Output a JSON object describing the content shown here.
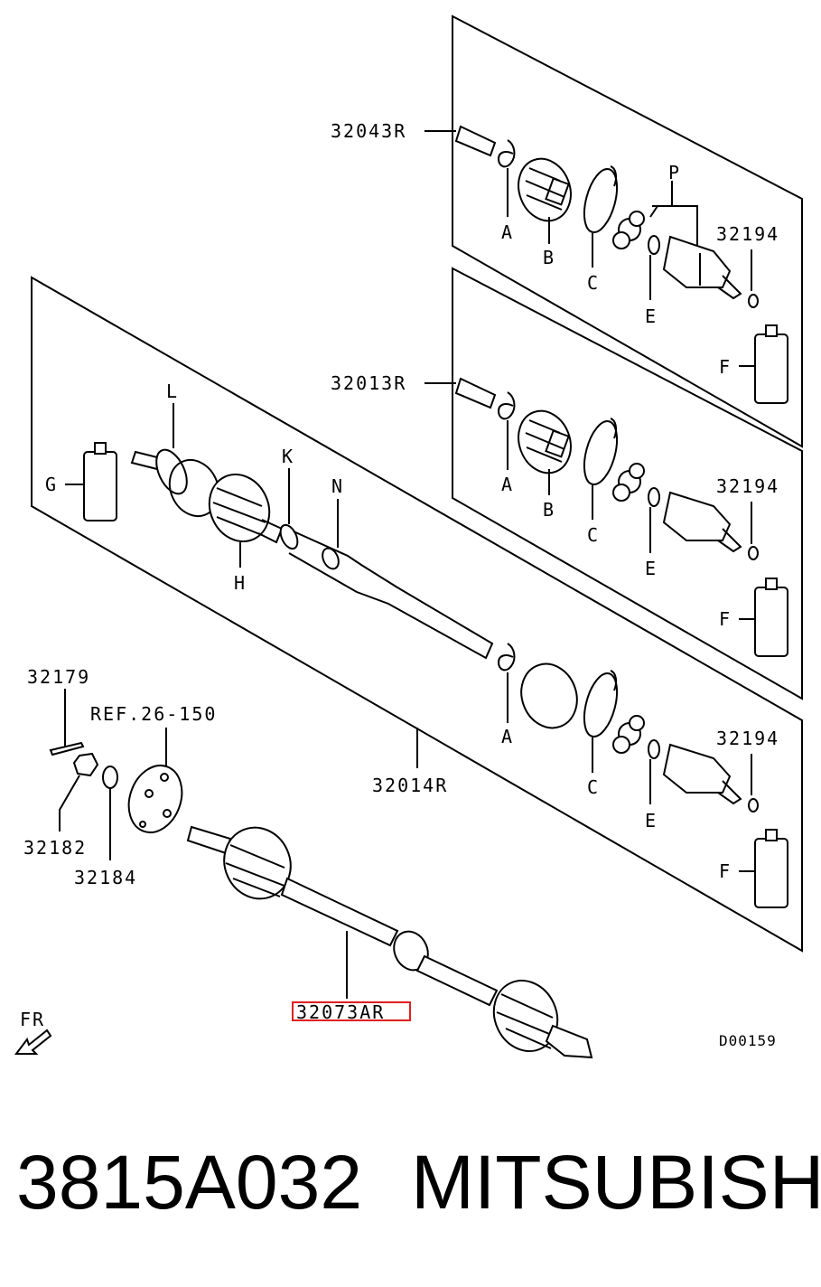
{
  "diagram": {
    "labels": {
      "p32043r": "32043R",
      "p32013r": "32013R",
      "p32014r": "32014R",
      "p32073ar": "32073AR",
      "p32179": "32179",
      "p32182": "32182",
      "p32184": "32184",
      "ref": "REF.26-150",
      "p32194": "32194",
      "fr": "FR",
      "code": "D00159",
      "a": "A",
      "b": "B",
      "c": "C",
      "e": "E",
      "f": "F",
      "g": "G",
      "h": "H",
      "k": "K",
      "l": "L",
      "n": "N",
      "p": "P"
    },
    "highlight_color": "#e02020"
  },
  "caption": {
    "part_number": "3815A032",
    "brand": "MITSUBISHI"
  }
}
